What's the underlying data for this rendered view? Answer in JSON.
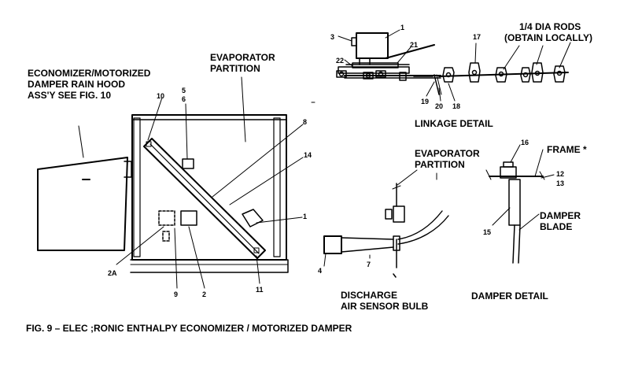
{
  "callouts": {
    "n1_top": "1",
    "n3": "3",
    "n21": "21",
    "n22": "22",
    "n17": "17",
    "n19": "19",
    "n20": "20",
    "n18": "18",
    "n10": "10",
    "n5": "5",
    "n6": "6",
    "n8": "8",
    "n14": "14",
    "n1_main": "1",
    "n2A": "2A",
    "n9": "9",
    "n2": "2",
    "n11": "11",
    "n4": "4",
    "n7": "7",
    "n16": "16",
    "n12": "12",
    "n13": "13",
    "n15": "15"
  },
  "labels": {
    "rods_line1": "1/4 DIA RODS",
    "rods_line2": "(OBTAIN LOCALLY)",
    "linkage_detail": "LINKAGE DETAIL",
    "econ_line1": "ECONOMIZER/MOTORIZED",
    "econ_line2": "DAMPER RAIN HOOD",
    "econ_line3": "ASS'Y SEE FIG. 10",
    "evap_line1": "EVAPORATOR",
    "evap_line2": "PARTITION",
    "evap2_line1": "EVAPORATOR",
    "evap2_line2": "PARTITION",
    "frame": "FRAME *",
    "damper_line1": "DAMPER",
    "damper_line2": "BLADE",
    "discharge_line1": "DISCHARGE",
    "discharge_line2": "AIR SENSOR BULB",
    "damper_detail": "DAMPER DETAIL",
    "figure_caption": "FIG. 9 – ELEC ;RONIC ENTHALPY ECONOMIZER / MOTORIZED DAMPER"
  }
}
